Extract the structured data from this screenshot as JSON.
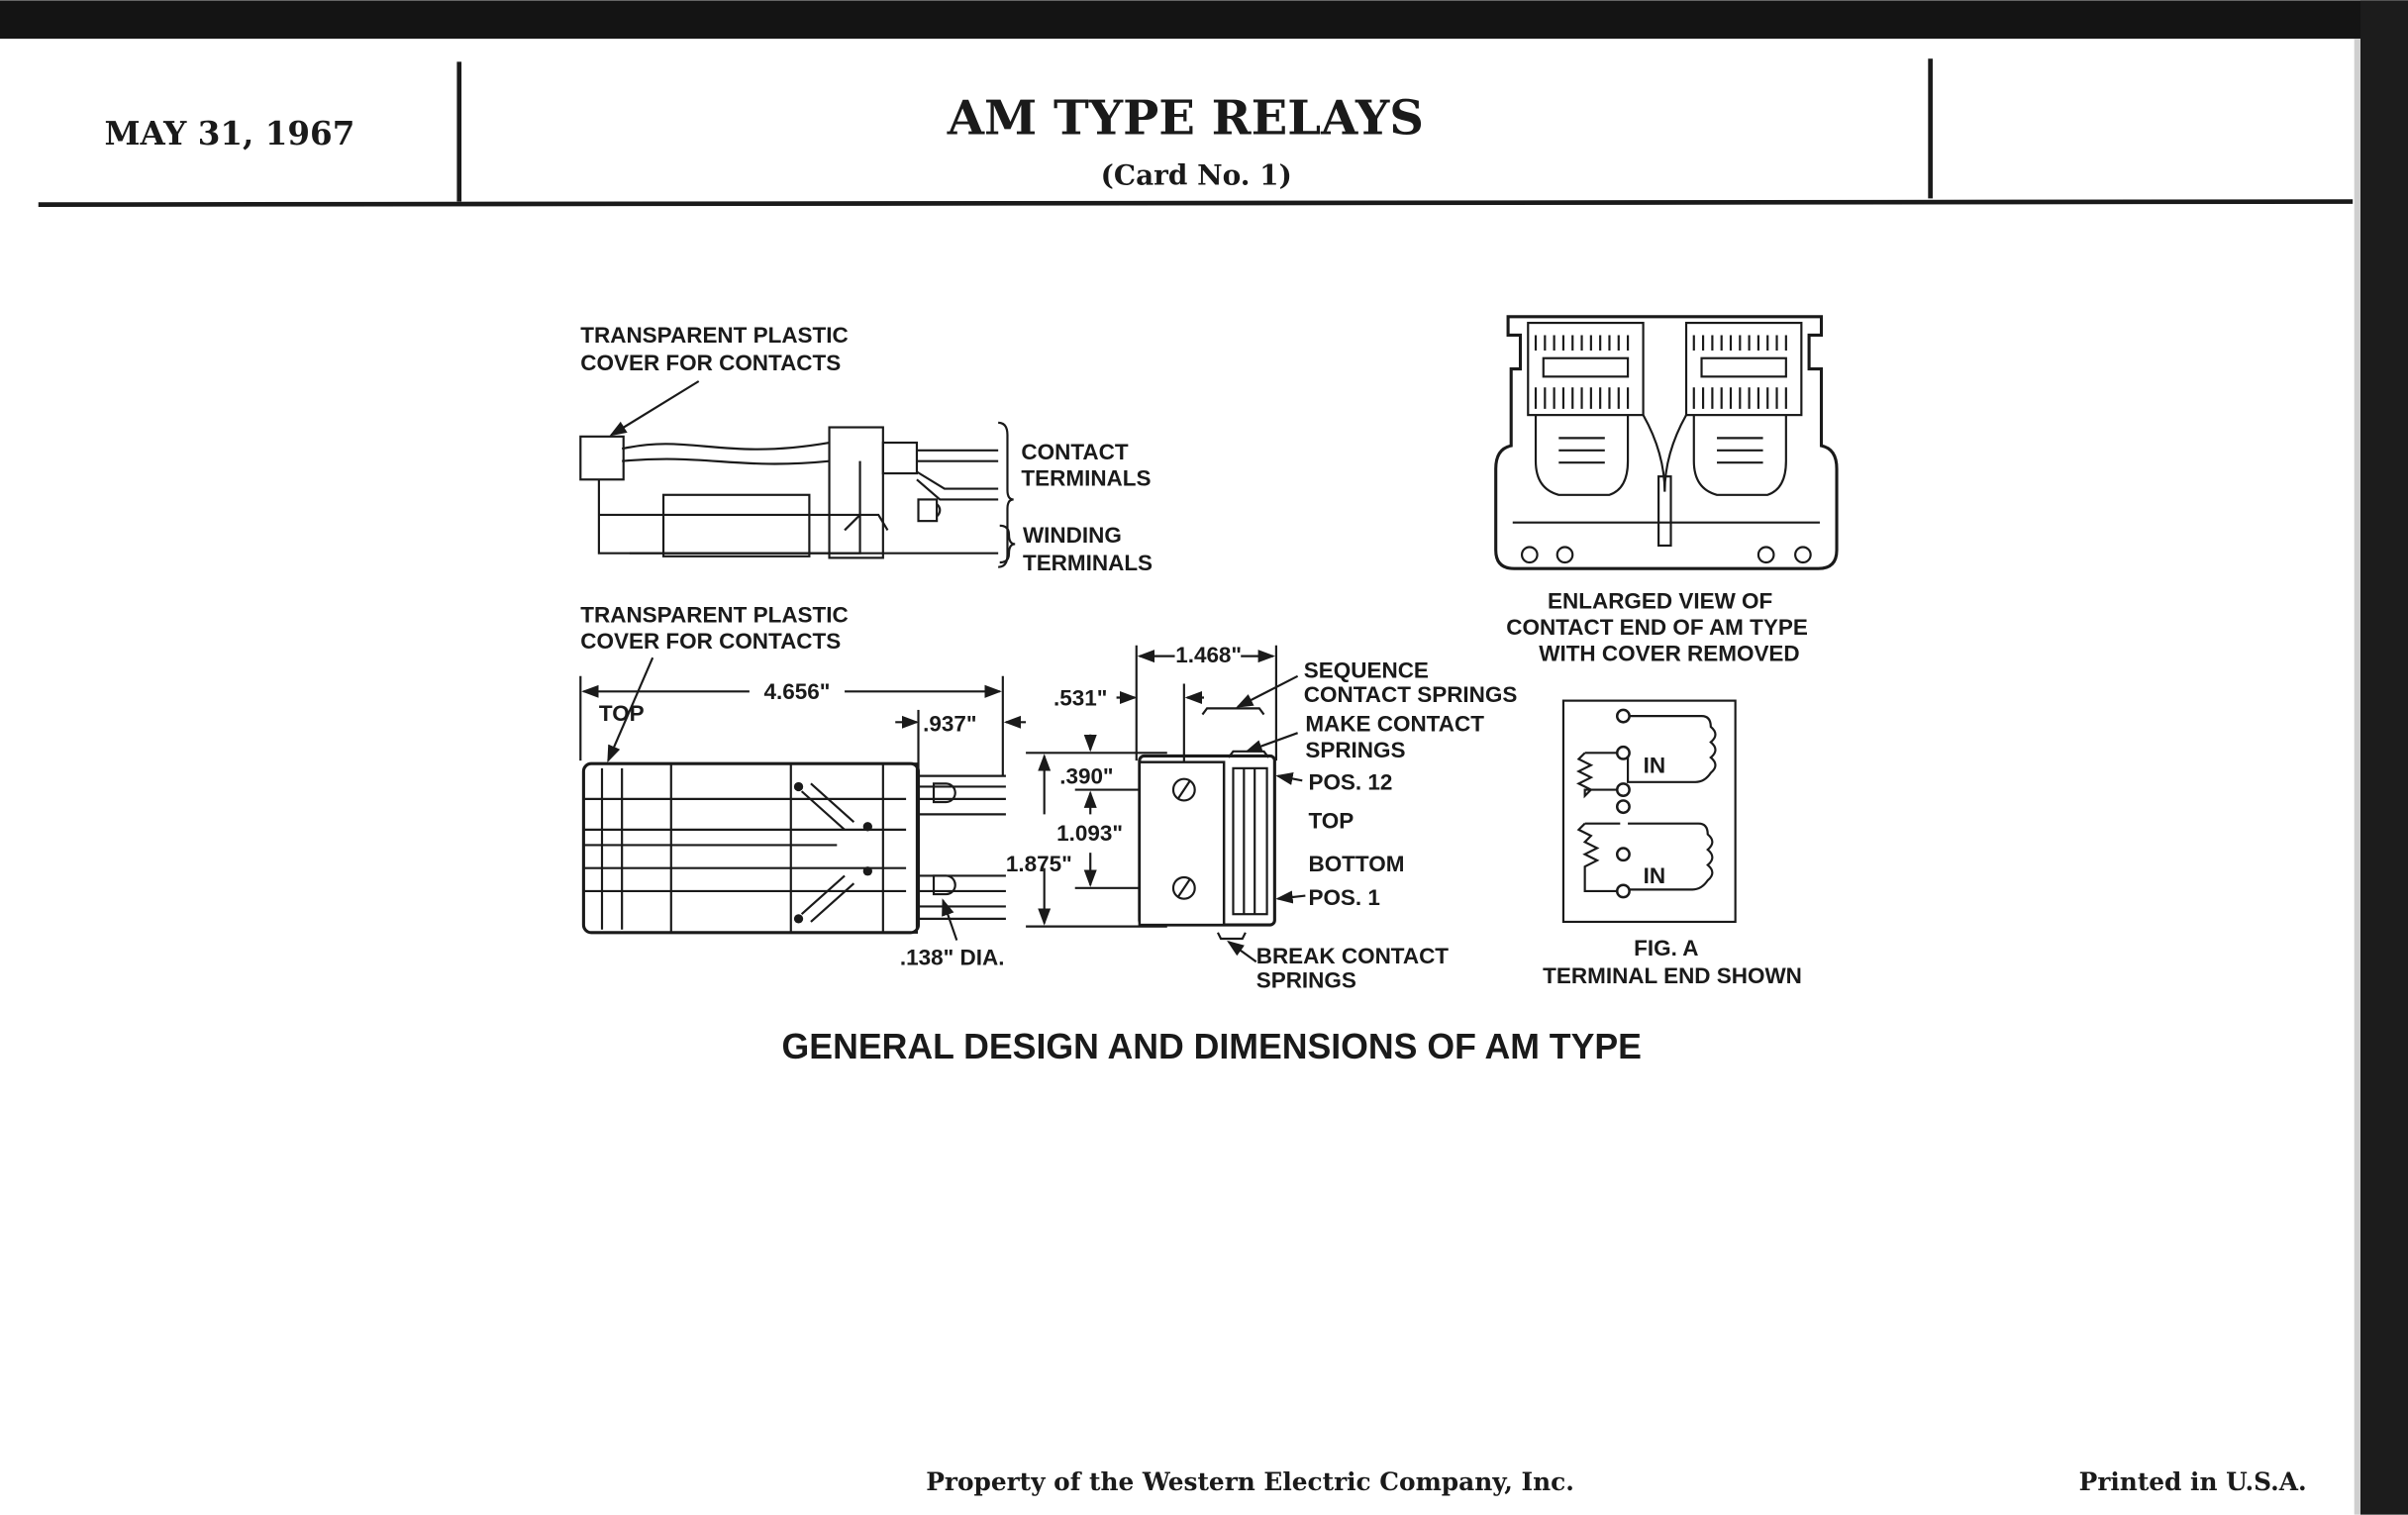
{
  "header": {
    "date": "MAY 31, 1967",
    "title": "AM TYPE RELAYS",
    "subtitle": "(Card No. 1)"
  },
  "figure": {
    "side_view": {
      "cover_label": [
        "TRANSPARENT PLASTIC",
        "COVER FOR CONTACTS"
      ],
      "contact_terminals": [
        "CONTACT",
        "TERMINALS"
      ],
      "winding_terminals": [
        "WINDING",
        "TERMINALS"
      ]
    },
    "enlarged_view": {
      "caption": [
        "ENLARGED VIEW OF",
        "CONTACT END OF AM TYPE",
        "WITH COVER REMOVED"
      ]
    },
    "top_view": {
      "cover_label": [
        "TRANSPARENT PLASTIC",
        "COVER FOR CONTACTS"
      ],
      "top_label": "TOP",
      "length": "4.656\"",
      "terminal_length": ".937\"",
      "screw_dia": ".138\" DIA."
    },
    "end_view": {
      "width": "1.468\"",
      "offset": ".531\"",
      "top_offset": ".390\"",
      "screw_spacing": "1.093\"",
      "height": "1.875\"",
      "sequence_springs": [
        "SEQUENCE",
        "CONTACT SPRINGS"
      ],
      "make_springs": [
        "MAKE CONTACT",
        "SPRINGS"
      ],
      "pos12": "POS. 12",
      "top": "TOP",
      "bottom": "BOTTOM",
      "pos1": "POS. 1",
      "break_springs": [
        "BREAK CONTACT",
        "SPRINGS"
      ]
    },
    "fig_a": {
      "in_upper": "IN",
      "in_lower": "IN",
      "caption": [
        "FIG. A",
        "TERMINAL END SHOWN"
      ]
    },
    "caption": "GENERAL DESIGN AND DIMENSIONS OF AM TYPE"
  },
  "footer": {
    "property": "Property of the Western Electric Company, Inc.",
    "printed": "Printed in U.S.A."
  }
}
